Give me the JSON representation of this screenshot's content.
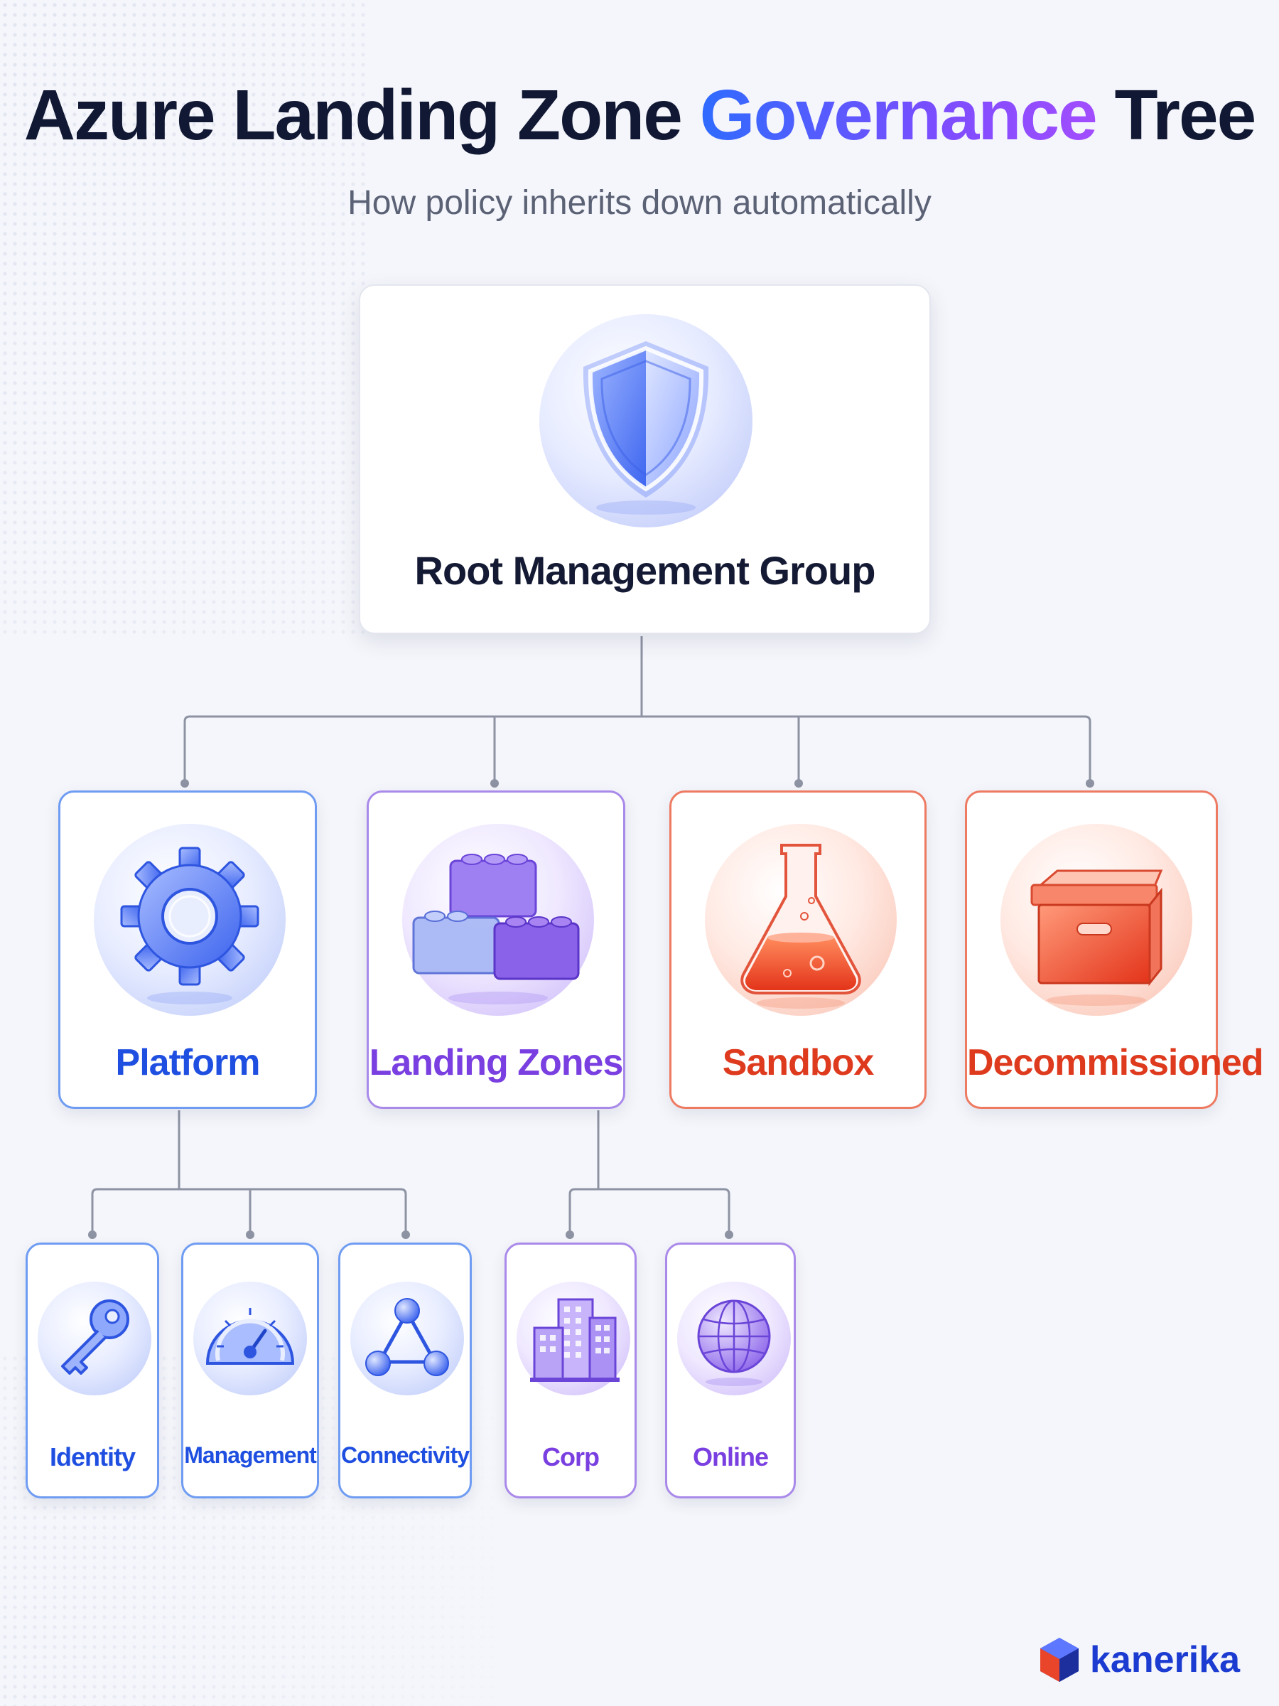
{
  "header": {
    "title_part1": "Azure Landing Zone ",
    "title_accent": "Governance",
    "title_part2": " Tree",
    "subtitle": "How policy inherits down automatically"
  },
  "root": {
    "label": "Root Management Group",
    "icon": "shield-icon"
  },
  "groups": [
    {
      "label": "Platform",
      "icon": "gear-icon",
      "color": "#1f4fe0"
    },
    {
      "label": "Landing Zones",
      "icon": "blocks-icon",
      "color": "#7a3fe0"
    },
    {
      "label": "Sandbox",
      "icon": "flask-icon",
      "color": "#de3a1e"
    },
    {
      "label": "Decommissioned",
      "icon": "archive-box-icon",
      "color": "#de3a1e"
    }
  ],
  "platform_children": [
    {
      "label": "Identity",
      "icon": "key-icon"
    },
    {
      "label": "Management",
      "icon": "gauge-icon"
    },
    {
      "label": "Connectivity",
      "icon": "network-icon"
    }
  ],
  "landing_zone_children": [
    {
      "label": "Corp",
      "icon": "building-icon"
    },
    {
      "label": "Online",
      "icon": "globe-icon"
    }
  ],
  "brand": {
    "name": "kanerika",
    "icon": "kanerika-logo-icon"
  },
  "colors": {
    "title": "#111833",
    "accent_start": "#2f6bff",
    "accent_end": "#a24dff",
    "connector": "#8d93a3"
  }
}
